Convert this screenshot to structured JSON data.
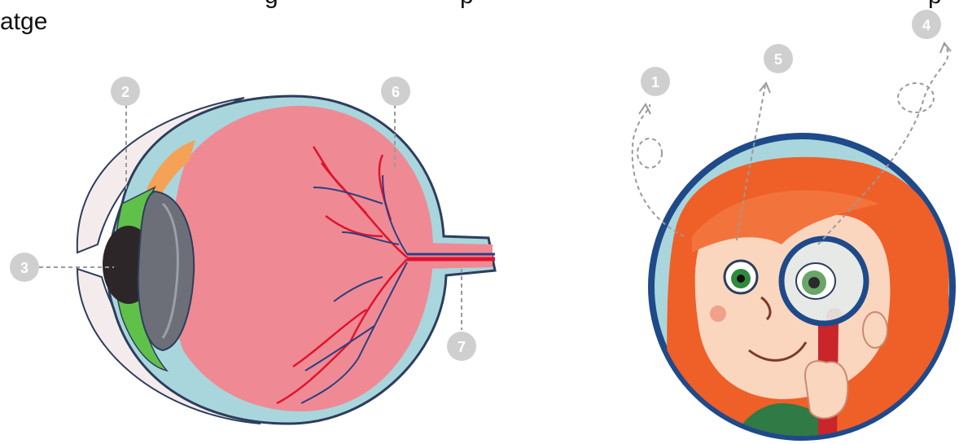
{
  "header": {
    "fragment_left": "atge",
    "fragment_mid": "g",
    "fragment_mid2": "p",
    "fragment_right": "p"
  },
  "badges": {
    "b1": "1",
    "b2": "2",
    "b3": "3",
    "b4": "4",
    "b5": "5",
    "b6": "6",
    "b7": "7"
  },
  "colors": {
    "badge": "#cfcfcf",
    "eye_outer": "#a9d6dd",
    "eye_inner": "#ef8a95",
    "outline": "#2d3e5c",
    "cornea_green": "#5fc14a",
    "lens_gray": "#6c6f78",
    "hair": "#ef5f28",
    "skin": "#fbd6bf",
    "frame_blue": "#1f4a8a"
  }
}
